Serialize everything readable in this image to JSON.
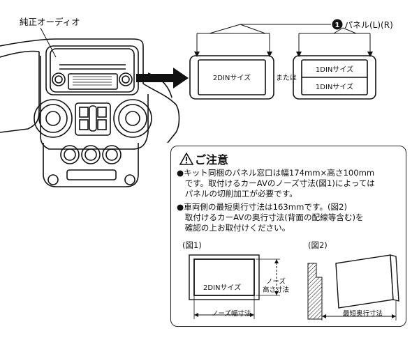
{
  "labels": {
    "stock_audio": "純正オーディオ",
    "panel": "パネル(L)(R)",
    "panel_number": "1",
    "size_2din": "2DINサイズ",
    "or": "または",
    "size_1din_top": "1DINサイズ",
    "size_1din_bottom": "1DINサイズ"
  },
  "notes": {
    "title": "ご注意",
    "lines": [
      "●キット同梱のパネル窓口は幅174mm×高さ100mm",
      "　です。取付けるカーAVのノーズ寸法(図1)によっては",
      "　パネルの切削加工が必要です。",
      "●車両側の最短奥行寸法は163mmです。(図2)",
      "　取付けるカーAVの奥行寸法(背面の配線等含む)を",
      "　確認の上お取付けください。"
    ]
  },
  "figure1": {
    "label": "(図1)",
    "box_text": "2DINサイズ",
    "nose_height_1": "ノーズ",
    "nose_height_2": "高さ寸法",
    "nose_width": "ノーズ幅寸法"
  },
  "figure2": {
    "label": "(図2)",
    "depth": "最短奥行寸法"
  }
}
